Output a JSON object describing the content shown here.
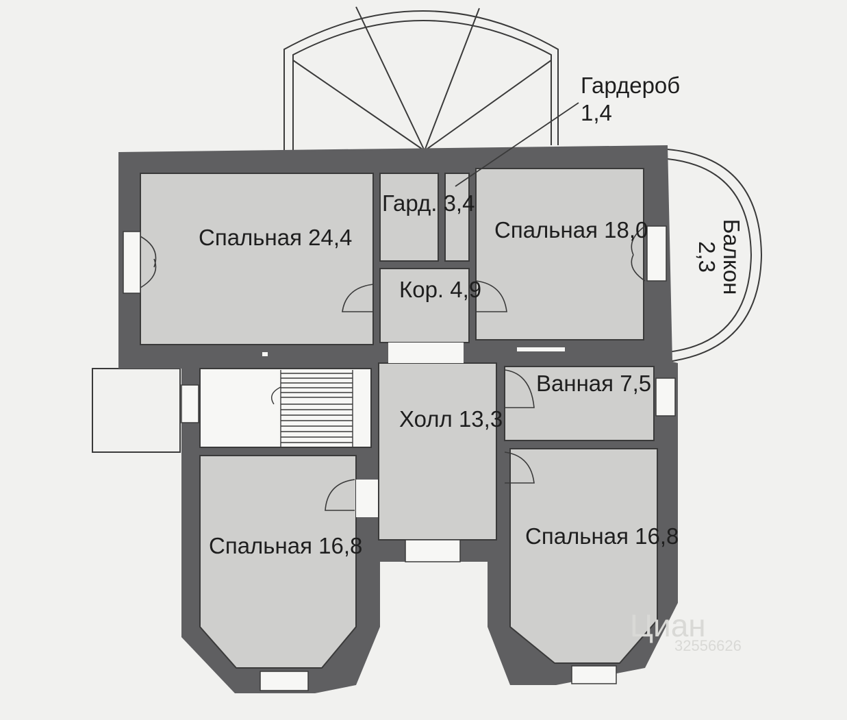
{
  "rooms": {
    "bedroom_nw": {
      "name": "Спальная",
      "area": "24,4"
    },
    "wardrobe_small": {
      "name": "Гард.",
      "area": "3,4"
    },
    "bedroom_ne": {
      "name": "Спальная",
      "area": "18,0"
    },
    "corridor": {
      "name": "Кор.",
      "area": "4,9"
    },
    "hall": {
      "name": "Холл",
      "area": "13,3"
    },
    "bathroom": {
      "name": "Ванная",
      "area": "7,5"
    },
    "bedroom_sw": {
      "name": "Спальная",
      "area": "16,8"
    },
    "bedroom_se": {
      "name": "Спальная",
      "area": "16,8"
    }
  },
  "callout_wardrobe": {
    "name": "Гардероб",
    "area": "1,4"
  },
  "balcony": {
    "name": "Балкон",
    "area": "2,3"
  },
  "watermark": {
    "brand": "Циан",
    "id": "32556626"
  },
  "colors": {
    "wall": "#5f5f61",
    "room": "#cfcfcd",
    "paper": "#f1f1ef",
    "line": "#3a3a3a"
  }
}
